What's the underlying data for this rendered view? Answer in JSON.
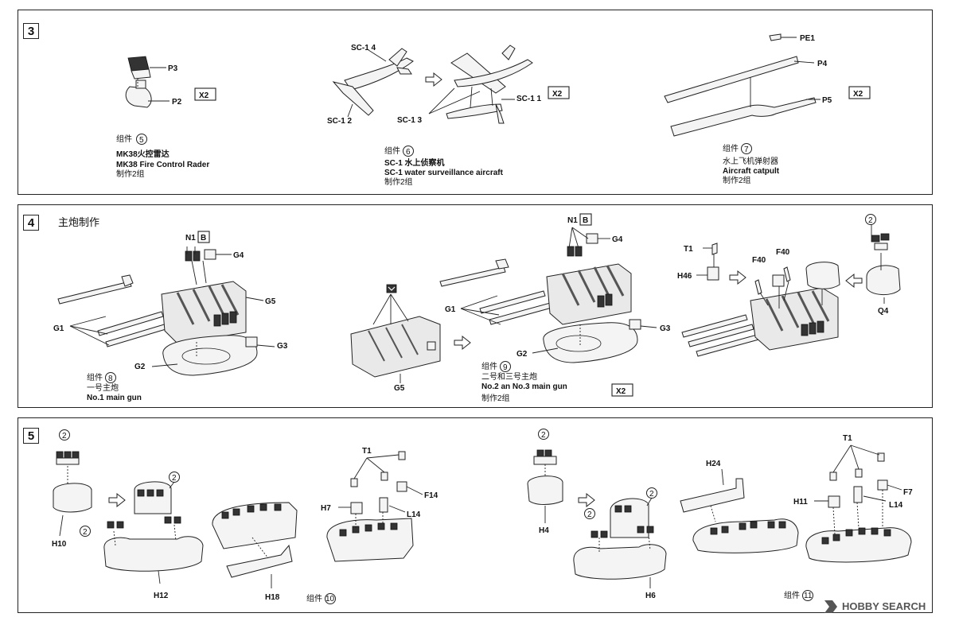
{
  "steps": [
    {
      "number": "3"
    },
    {
      "number": "4",
      "title": "主炮制作"
    },
    {
      "number": "5"
    }
  ],
  "step3": {
    "p3": "P3",
    "p2": "P2",
    "x2_a": "X2",
    "g5_label": "组件",
    "g5_num": "5",
    "g5_cn": "MK38火控雷达",
    "g5_en": "MK38 Fire Control Rader",
    "g5_make": "制作2组",
    "sc14": "SC-1 4",
    "sc12": "SC-1 2",
    "sc13": "SC-1 3",
    "sc11": "SC-1 1",
    "x2_b": "X2",
    "g6_label": "组件",
    "g6_num": "6",
    "g6_cn": "SC-1 水上侦察机",
    "g6_en": "SC-1 water surveillance aircraft",
    "g6_make": "制作2组",
    "pe1": "PE1",
    "p4": "P4",
    "p5": "P5",
    "x2_c": "X2",
    "g7_label": "组件",
    "g7_num": "7",
    "g7_cn": "水上飞机弹射器",
    "g7_en": "Aircraft catpult",
    "g7_make": "制作2组"
  },
  "step4": {
    "n1_a": "N1",
    "b_a": "B",
    "g4_a": "G4",
    "g5_a": "G5",
    "g1_a": "G1",
    "g3_a": "G3",
    "g2_a": "G2",
    "g8_label": "组件",
    "g8_num": "8",
    "g8_cn": "一号主炮",
    "g8_en": "No.1 main gun",
    "g5_b": "G5",
    "n1_b": "N1",
    "b_b": "B",
    "g4_b": "G4",
    "g1_b": "G1",
    "g3_b": "G3",
    "g2_b": "G2",
    "g9_label": "组件",
    "g9_num": "9",
    "g9_cn": "二号和三号主炮",
    "g9_en": "No.2 an No.3 main gun",
    "g9_make": "制作2组",
    "x2": "X2",
    "t1": "T1",
    "h46": "H46",
    "f40_a": "F40",
    "f40_b": "F40",
    "q4": "Q4",
    "circ2": "2"
  },
  "step5": {
    "c2_a": "2",
    "h10": "H10",
    "c2_b": "2",
    "c2_c": "2",
    "h12": "H12",
    "h18": "H18",
    "t1_a": "T1",
    "h7": "H7",
    "f14": "F14",
    "l14_a": "L14",
    "g10_label": "组件",
    "g10_num": "10",
    "c2_d": "2",
    "h4": "H4",
    "c2_e": "2",
    "c2_f": "2",
    "h6": "H6",
    "h24": "H24",
    "t1_b": "T1",
    "h11": "H11",
    "f7": "F7",
    "l14_b": "L14",
    "g11_label": "组件",
    "g11_num": "11"
  },
  "watermark": "HOBBY SEARCH"
}
